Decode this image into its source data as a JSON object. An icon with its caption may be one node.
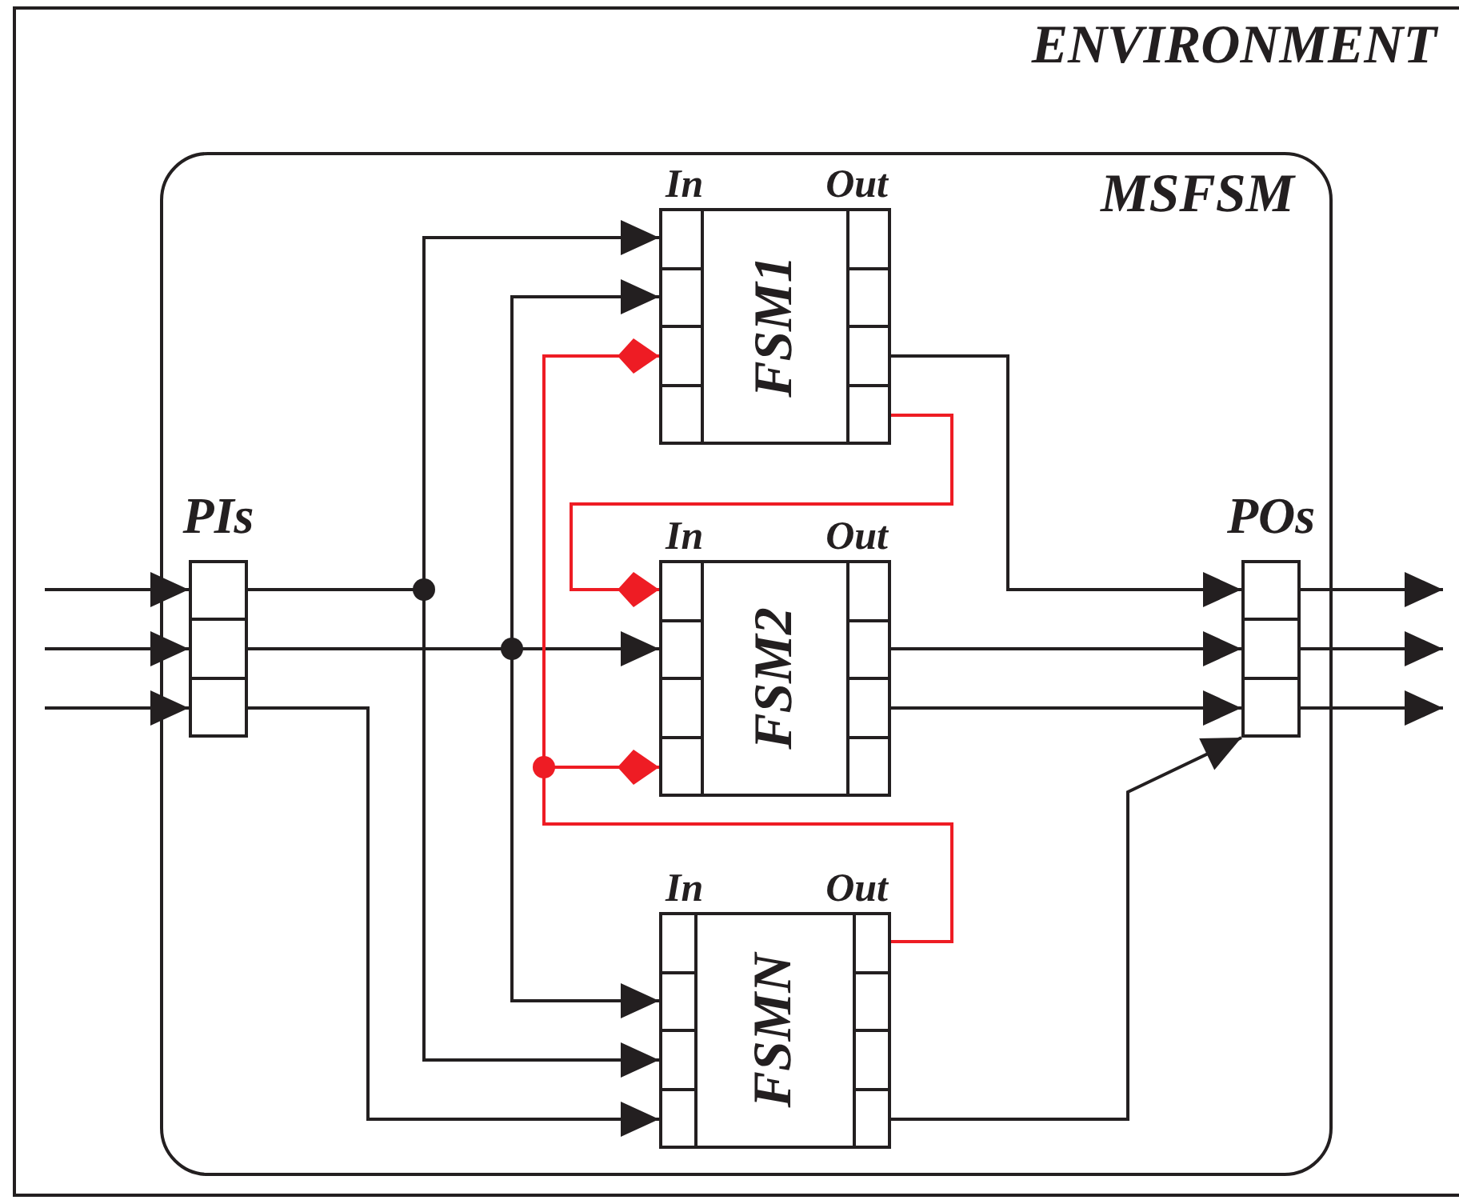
{
  "diagram": {
    "nodes": [
      {
        "text": [
          "ENVIRONMENT"
        ]
      },
      {
        "text": [
          "MSFSM"
        ],
        "in": 0
      },
      {
        "text": [
          "In",
          "Out",
          "FSM1"
        ],
        "in": 1
      },
      {
        "text": [
          "PIs"
        ],
        "in": 1
      },
      {
        "text": [
          "In",
          "Out",
          "FSM2"
        ],
        "in": 1
      },
      {
        "text": [
          "POs"
        ],
        "in": 1
      },
      {
        "text": [
          "In",
          "Out",
          "FSMN"
        ],
        "in": 1
      }
    ],
    "edges": [
      {
        "from": null,
        "to": 3,
        "arrow": "to"
      },
      {
        "from": null,
        "to": 3,
        "arrow": "to"
      },
      {
        "from": null,
        "to": 3,
        "arrow": "to"
      },
      {
        "from": 3,
        "to": 2,
        "arrow": "to"
      },
      {
        "from": 3,
        "to": 6,
        "arrow": "to"
      },
      {
        "from": 3,
        "to": 4,
        "arrow": "to"
      },
      {
        "from": 3,
        "to": 2,
        "arrow": "to"
      },
      {
        "from": 3,
        "to": 6,
        "arrow": "to"
      },
      {
        "from": 3,
        "to": 6,
        "arrow": "to"
      },
      {
        "from": 2,
        "to": 4,
        "arrow": "other",
        "color": "#ee1c24"
      },
      {
        "from": 6,
        "to": 2,
        "arrow": "other",
        "color": "#ee1c24"
      },
      {
        "from": 6,
        "to": 4,
        "arrow": "other",
        "color": "#ee1c24"
      },
      {
        "from": 2,
        "to": 5,
        "arrow": "to"
      },
      {
        "from": 4,
        "to": 5,
        "arrow": "to"
      },
      {
        "from": 4,
        "to": 5,
        "arrow": "to"
      },
      {
        "from": 6,
        "to": 5,
        "arrow": "to"
      },
      {
        "from": 5,
        "to": null,
        "arrow": "to"
      },
      {
        "from": 5,
        "to": null,
        "arrow": "to"
      },
      {
        "from": 5,
        "to": null,
        "arrow": "to"
      }
    ]
  }
}
